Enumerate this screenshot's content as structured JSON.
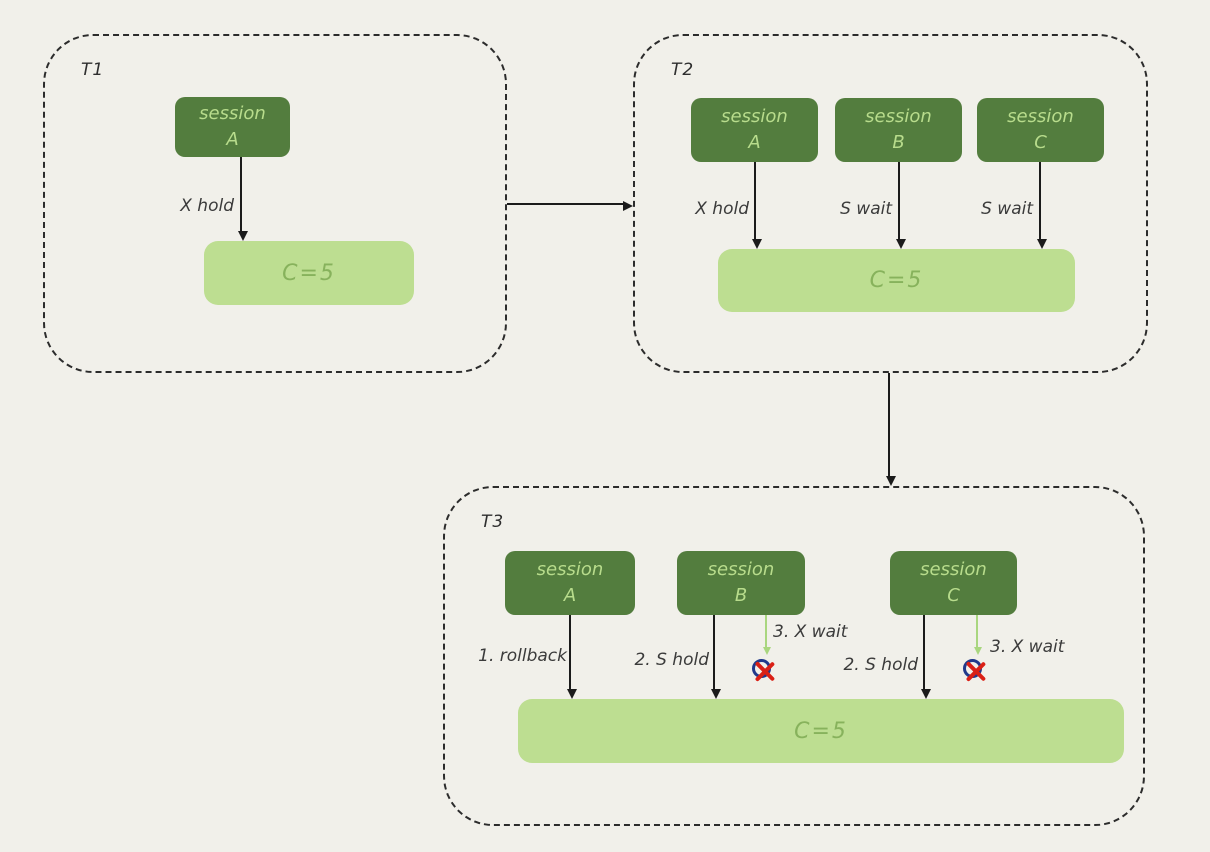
{
  "colors": {
    "background": "#f1f0ea",
    "session_box": "#537d3e",
    "session_text": "#b8dc8c",
    "resource_box": "#bdde91",
    "resource_text": "#87b25c",
    "arrow_black": "#1b1b1b",
    "arrow_wait_green": "#a9d67f",
    "deny_circle": "#21398b",
    "deny_x": "#da2016",
    "border_dash": "#2c2c2c",
    "label_text": "#3b3b3b"
  },
  "panels": {
    "t1": {
      "label": "T1",
      "sessions": [
        {
          "title": "session",
          "name": "A",
          "edge_label": "X hold"
        }
      ],
      "resource_label": "C=5"
    },
    "t2": {
      "label": "T2",
      "sessions": [
        {
          "title": "session",
          "name": "A",
          "edge_label": "X hold"
        },
        {
          "title": "session",
          "name": "B",
          "edge_label": "S wait"
        },
        {
          "title": "session",
          "name": "C",
          "edge_label": "S wait"
        }
      ],
      "resource_label": "C=5"
    },
    "t3": {
      "label": "T3",
      "sessions": [
        {
          "title": "session",
          "name": "A",
          "edge_label": "1. rollback"
        },
        {
          "title": "session",
          "name": "B",
          "edge_label": "2. S hold",
          "wait_label": "3. X wait"
        },
        {
          "title": "session",
          "name": "C",
          "edge_label": "2. S hold",
          "wait_label": "3. X wait"
        }
      ],
      "resource_label": "C=5"
    }
  }
}
